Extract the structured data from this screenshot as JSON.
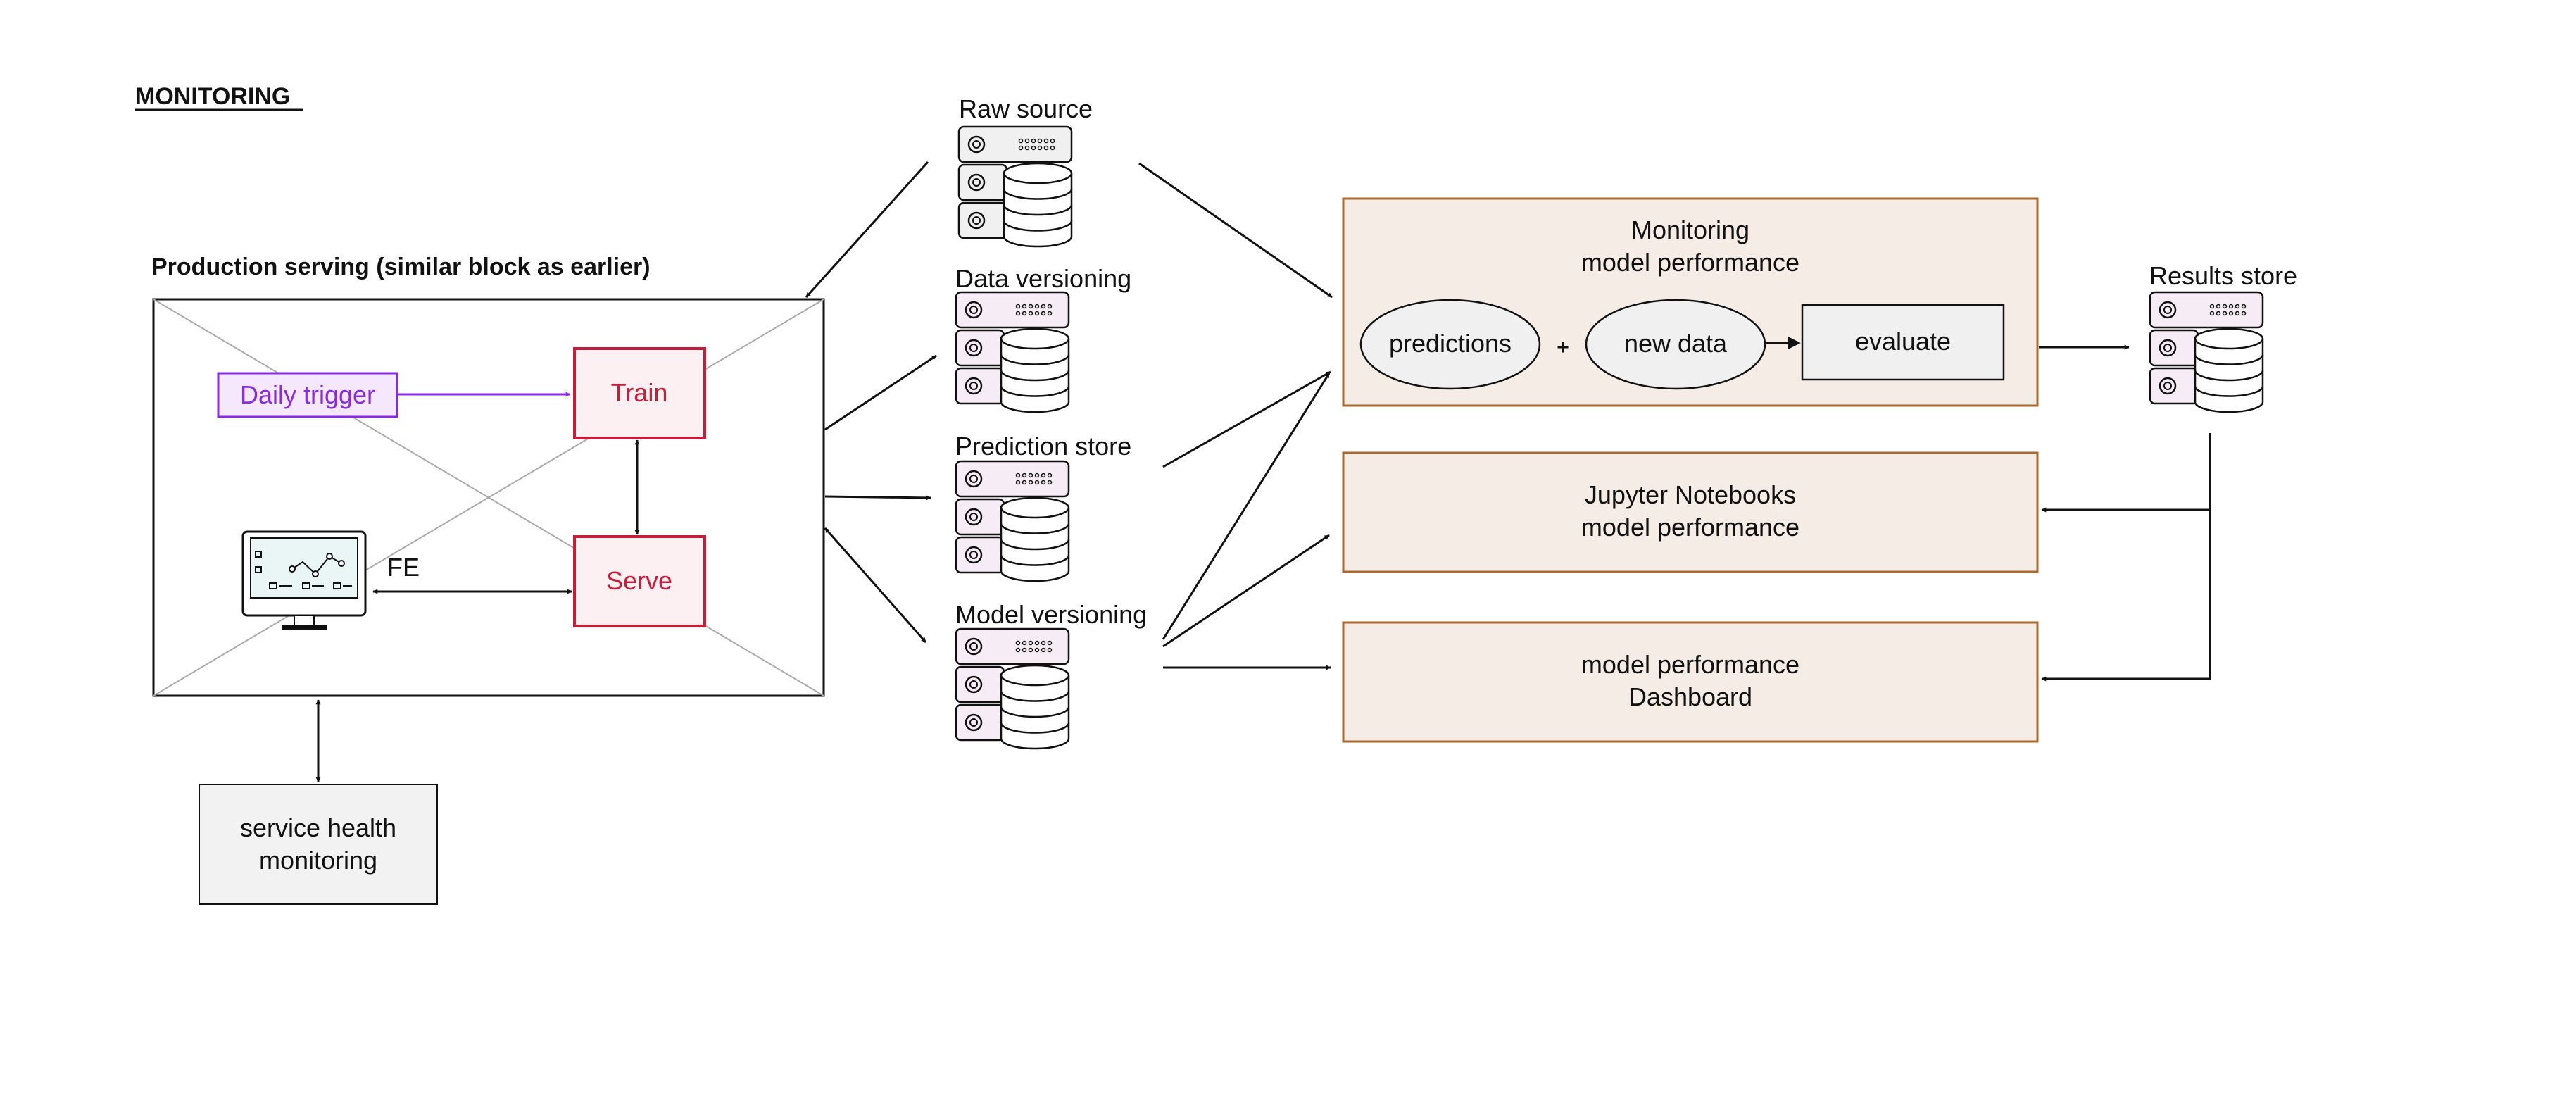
{
  "title": "MONITORING",
  "production": {
    "heading": "Production serving (similar block as earlier)",
    "trigger": "Daily trigger",
    "train": "Train",
    "serve": "Serve",
    "fe": "FE"
  },
  "health": {
    "line1": "service health",
    "line2": "monitoring"
  },
  "stores": {
    "raw": "Raw source",
    "data": "Data versioning",
    "prediction": "Prediction store",
    "model": "Model versioning",
    "results": "Results store"
  },
  "monitoring_box": {
    "line1": "Monitoring",
    "line2": "model performance",
    "predictions": "predictions",
    "plus": "+",
    "new_data": "new data",
    "evaluate": "evaluate"
  },
  "jupyter_box": {
    "line1": "Jupyter Notebooks",
    "line2": "model performance"
  },
  "dashboard_box": {
    "line1": "model performance",
    "line2": "Dashboard"
  },
  "colors": {
    "red": "#c41e3a",
    "red_fill": "#fdf0f2",
    "purple": "#8a2be2",
    "purple_fill": "#f5e8fd",
    "brown": "#a86a2e",
    "beige": "#f5ece6",
    "gray_fill": "#f2f2f2"
  }
}
